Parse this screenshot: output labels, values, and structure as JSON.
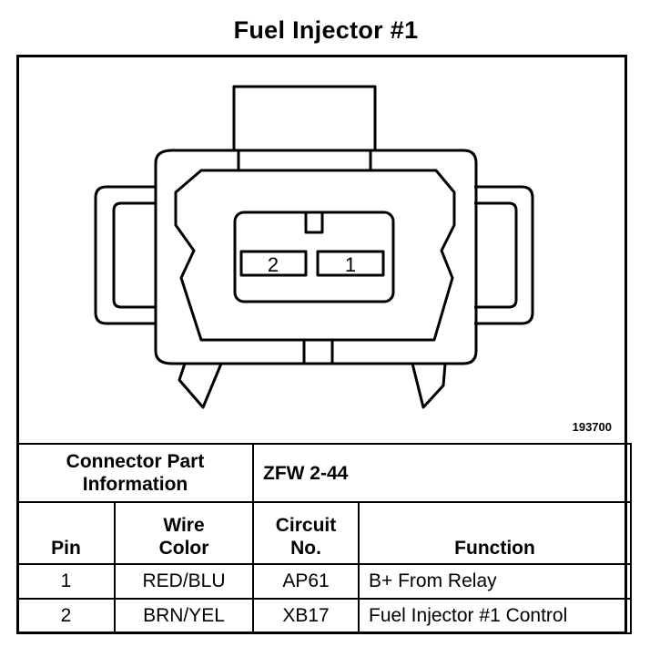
{
  "title": "Fuel Injector #1",
  "figure_number": "193700",
  "connector": {
    "pins": [
      {
        "label": "2"
      },
      {
        "label": "1"
      }
    ]
  },
  "table": {
    "part_info_label_line1": "Connector Part",
    "part_info_label_line2": "Information",
    "part_number": "ZFW 2-44",
    "headers": {
      "pin": "Pin",
      "wire_color_line1": "Wire",
      "wire_color_line2": "Color",
      "circuit_line1": "Circuit",
      "circuit_line2": "No.",
      "function": "Function"
    },
    "rows": [
      {
        "pin": "1",
        "wire_color": "RED/BLU",
        "circuit": "AP61",
        "function": "B+ From Relay"
      },
      {
        "pin": "2",
        "wire_color": "BRN/YEL",
        "circuit": "XB17",
        "function": "Fuel Injector #1 Control"
      }
    ]
  }
}
